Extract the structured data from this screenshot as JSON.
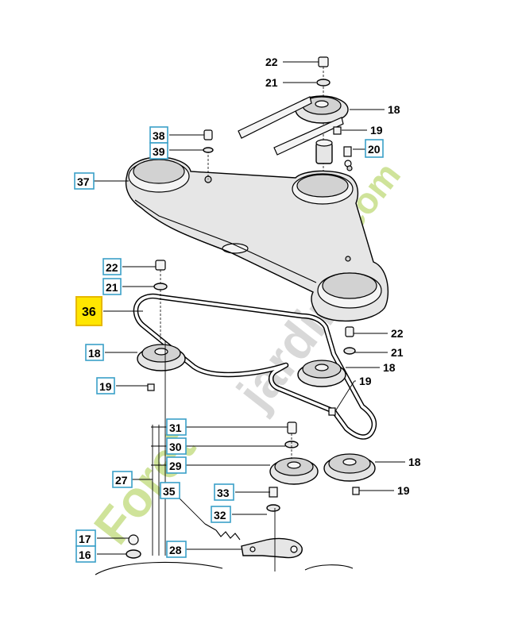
{
  "watermark": {
    "text_a": "Foret",
    "text_b": "jardin",
    "text_c": ".com",
    "color_green": "#cfe39a",
    "color_orange": "#f5c78a",
    "color_grey": "#d8d8d8"
  },
  "colors": {
    "label_border": "#3aa0c8",
    "highlight_fill": "#ffe600"
  },
  "labels": {
    "l22a": "22",
    "l21a": "21",
    "l18a": "18",
    "l19a": "19",
    "l20": "20",
    "l38": "38",
    "l39": "39",
    "l37": "37",
    "l22b": "22",
    "l21b": "21",
    "l36": "36",
    "l18b": "18",
    "l19b": "19",
    "l22c": "22",
    "l21c": "21",
    "l18c": "18",
    "l19c": "19",
    "l31": "31",
    "l30": "30",
    "l29": "29",
    "l27": "27",
    "l35": "35",
    "l18d": "18",
    "l19d": "19",
    "l33": "33",
    "l32": "32",
    "l17": "17",
    "l16": "16",
    "l28": "28"
  }
}
